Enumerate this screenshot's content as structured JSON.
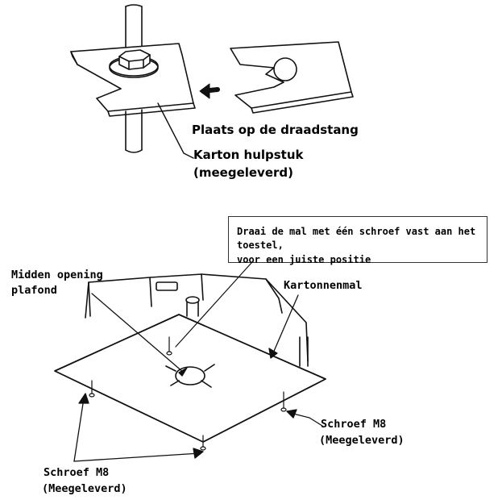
{
  "top": {
    "place_label": "Plaats op de draadstang",
    "karton_line1": "Karton hulpstuk",
    "karton_line2": "(meegeleverd)"
  },
  "bottom": {
    "callout_line1": "Draai de mal met één schroef vast aan het toestel,",
    "callout_line2": "voor een juiste positie",
    "midden_line1": "Midden opening",
    "midden_line2": "plafond",
    "kartonnenmal": "Kartonnenmal",
    "schroef_right_line1": "Schroef M8",
    "schroef_right_line2": "(Meegeleverd)",
    "schroef_left_line1": "Schroef M8",
    "schroef_left_line2": "(Meegeleverd)"
  }
}
